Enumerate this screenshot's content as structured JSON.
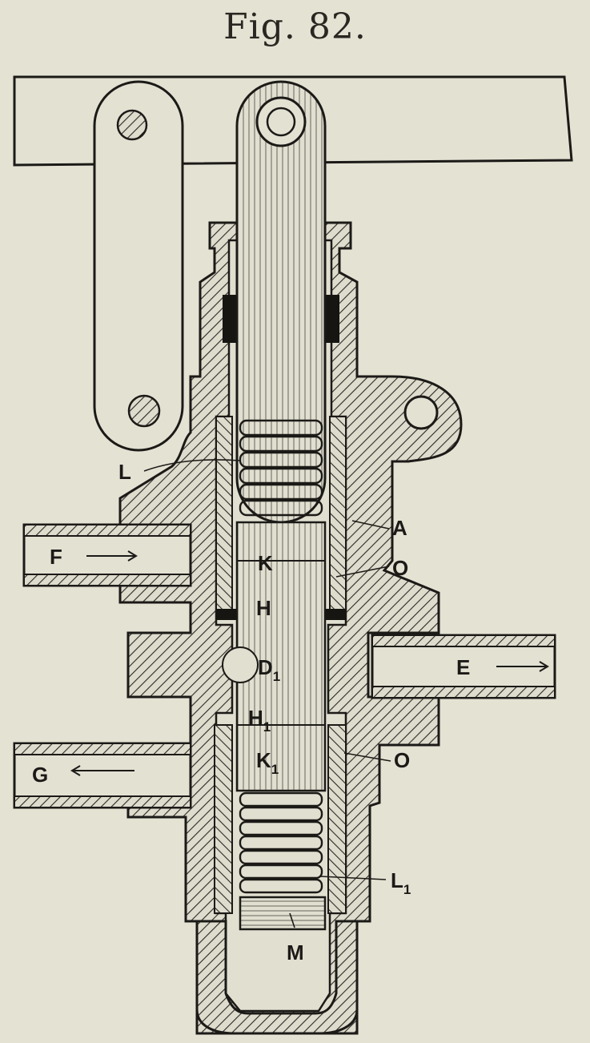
{
  "figure": {
    "title": "Fig. 82."
  },
  "labels": {
    "L": "L",
    "A": "A",
    "O": "O",
    "F": "F",
    "K": "K",
    "H": "H",
    "D1": "D",
    "D1_sub": "1",
    "E": "E",
    "H1": "H",
    "H1_sub": "1",
    "O2": "O",
    "G": "G",
    "K1": "K",
    "K1_sub": "1",
    "L1": "L",
    "L1_sub": "1",
    "M": "M"
  },
  "colors": {
    "paper": "#e3e2d3",
    "ink": "#1c1a17",
    "fill": "#dcdacb"
  }
}
